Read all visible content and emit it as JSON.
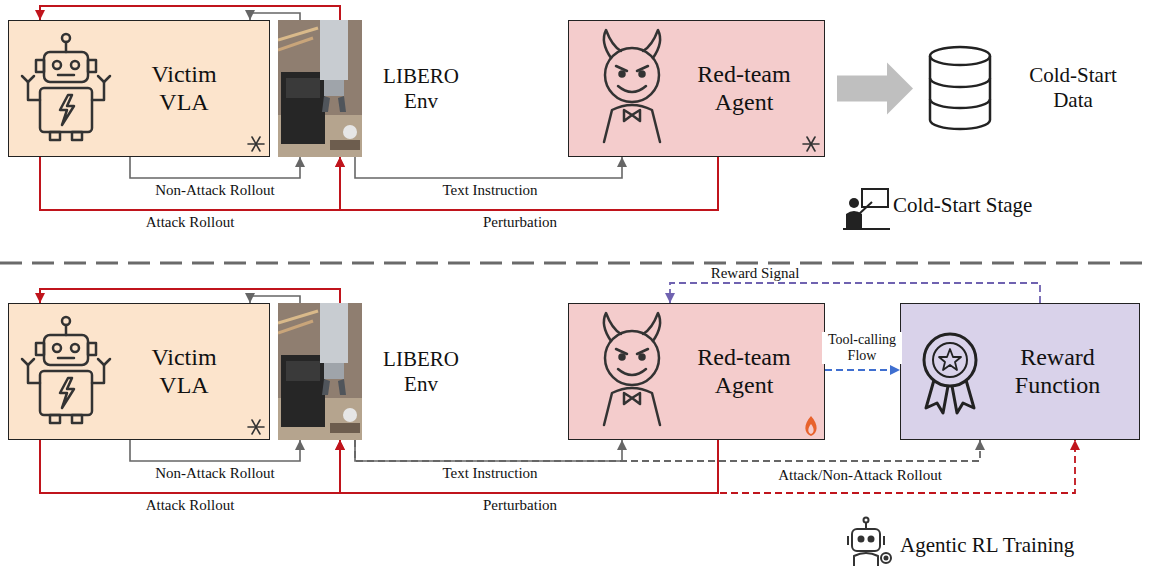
{
  "diagram": {
    "nodes": [
      {
        "text": [
          "Victim VLA"
        ]
      },
      {
        "text": [
          "LIBERO Env"
        ]
      },
      {
        "text": [
          "Red-team Agent"
        ]
      },
      {
        "text": [
          "Cold-Start Data"
        ]
      },
      {
        "text": [
          "Victim VLA"
        ]
      },
      {
        "text": [
          "LIBERO Env"
        ]
      },
      {
        "text": [
          "Red-team Agent"
        ]
      },
      {
        "text": [
          "Reward Function"
        ]
      }
    ],
    "edges": [
      {
        "from": 1,
        "to": 0,
        "arrow": "to"
      },
      {
        "from": 1,
        "to": 0,
        "arrow": "to"
      },
      {
        "from": 0,
        "to": 1,
        "label": "Non-Attack Rollout",
        "arrow": "to"
      },
      {
        "from": 0,
        "to": 1,
        "label": "Attack Rollout",
        "arrow": "to"
      },
      {
        "from": 1,
        "to": 2,
        "label": "Text Instruction",
        "arrow": "to"
      },
      {
        "from": 2,
        "to": 1,
        "label": "Perturbation",
        "arrow": "to"
      },
      {
        "from": 2,
        "to": 3,
        "arrow": "to"
      },
      {
        "from": 5,
        "to": 4,
        "arrow": "to"
      },
      {
        "from": 5,
        "to": 4,
        "arrow": "to"
      },
      {
        "from": 4,
        "to": 5,
        "label": "Non-Attack Rollout",
        "arrow": "to"
      },
      {
        "from": 4,
        "to": 5,
        "label": "Attack Rollout",
        "arrow": "to"
      },
      {
        "from": 5,
        "to": 6,
        "label": "Text Instruction",
        "arrow": "to"
      },
      {
        "from": 6,
        "to": 5,
        "label": "Perturbation",
        "arrow": "to"
      },
      {
        "from": 6,
        "to": 7,
        "label": "Tool-calling Flow",
        "arrow": "to"
      },
      {
        "from": 7,
        "to": 6,
        "label": "Reward Signal",
        "arrow": "to"
      },
      {
        "from": 5,
        "to": 7,
        "label": "Attack/Non-Attack Rollout",
        "arrow": "to"
      },
      {
        "from": 6,
        "to": 7,
        "arrow": "to"
      }
    ],
    "labels": [
      "Cold-Start Stage",
      "Agentic RL Training"
    ]
  }
}
